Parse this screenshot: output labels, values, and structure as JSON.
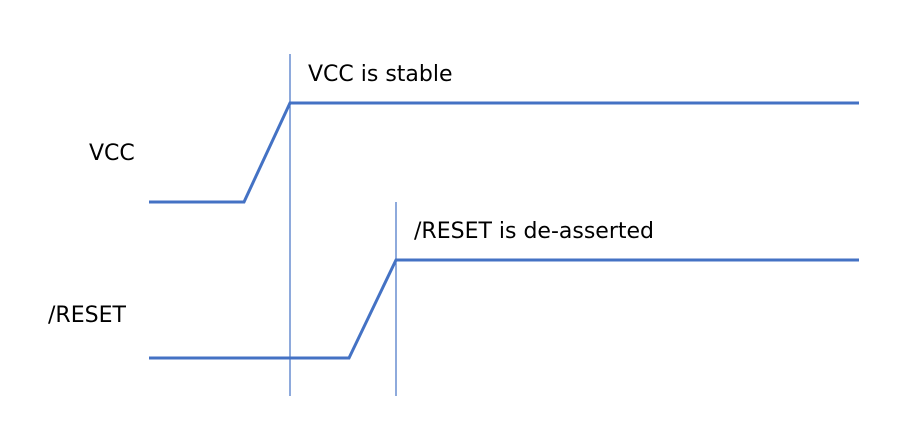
{
  "signals": {
    "vcc": {
      "label": "VCC"
    },
    "reset": {
      "label": "/RESET"
    }
  },
  "annotations": {
    "vcc_stable": "VCC is stable",
    "reset_deasserted": "/RESET is de-asserted"
  },
  "colors": {
    "waveform": "#4472c4",
    "marker": "#4472c4",
    "text": "#000000",
    "background": "#ffffff"
  }
}
